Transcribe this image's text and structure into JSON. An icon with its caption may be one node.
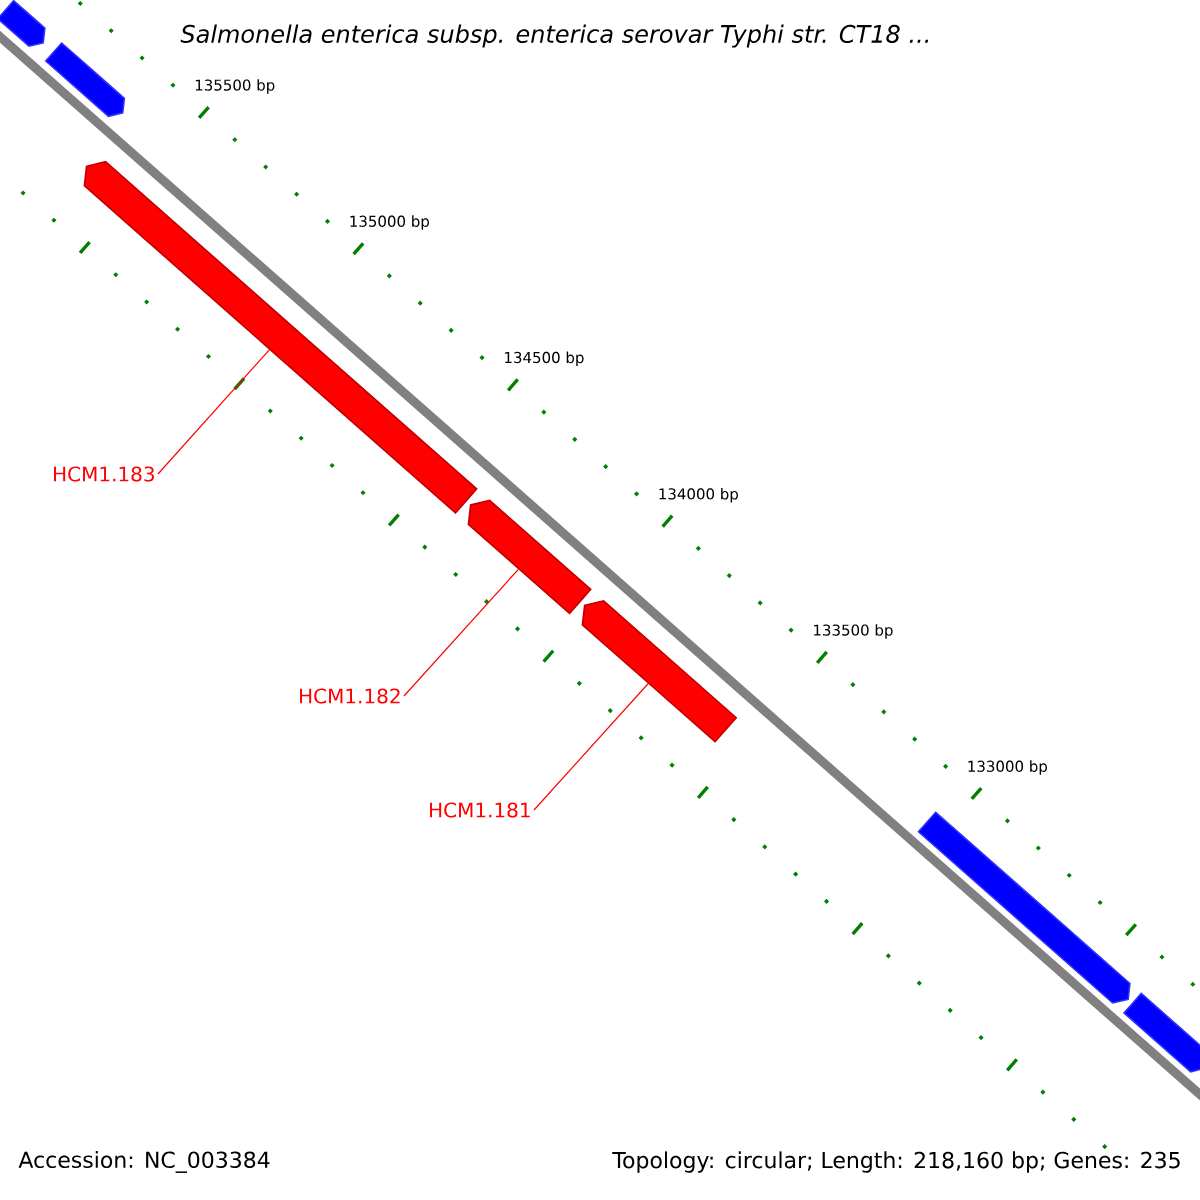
{
  "diagram": {
    "title": "Salmonella enterica subsp. enterica serovar Typhi str. CT18 ...",
    "nodes": [
      {
        "text": [],
        "shape": "bar"
      },
      {
        "text": [],
        "shape": "bar"
      },
      {
        "text": [],
        "shape": "bar"
      },
      {
        "text": [
          "HCM1.183"
        ]
      },
      {
        "text": [],
        "shape": "bar"
      },
      {
        "text": [
          "HCM1.182"
        ]
      },
      {
        "text": [],
        "shape": "bar"
      },
      {
        "text": [
          "HCM1.181"
        ]
      },
      {
        "text": [],
        "shape": "bar"
      },
      {
        "text": [],
        "shape": "bar"
      }
    ],
    "edges": [
      {
        "from": 3,
        "to": 2,
        "arrow": "none"
      },
      {
        "from": 5,
        "to": 4,
        "arrow": "none"
      },
      {
        "from": 7,
        "to": 6,
        "arrow": "none"
      }
    ],
    "labels": [
      "135500 bp",
      "135000 bp",
      "134500 bp",
      "134000 bp",
      "133500 bp",
      "133000 bp",
      "Accession: NC_003384",
      "Topology: circular; Length: 218,160 bp; Genes: 235"
    ]
  }
}
